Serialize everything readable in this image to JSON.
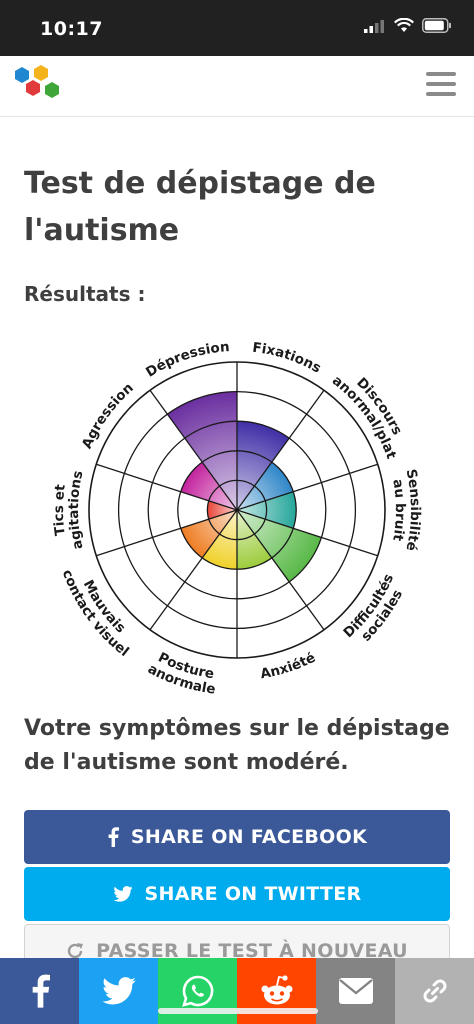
{
  "status_bar": {
    "time": "10:17"
  },
  "header": {
    "logo_icon": "hexagon-cluster-logo",
    "menu_icon": "hamburger-menu-icon"
  },
  "page": {
    "title": "Test de dépistage de l'autisme",
    "results_label": "Résultats :",
    "summary": "Votre symptômes sur le dépistage de l'autisme sont modéré."
  },
  "chart_data": {
    "type": "polar-area",
    "rings": 5,
    "max": 5,
    "grid": true,
    "categories": [
      {
        "label": [
          "Fixations"
        ],
        "value": 3,
        "color": "#3f2fa6"
      },
      {
        "label": [
          "Discours",
          "anormal/plat"
        ],
        "value": 2,
        "color": "#2e86c8"
      },
      {
        "label": [
          "Sensibilité",
          "au bruit"
        ],
        "value": 2,
        "color": "#25a69a"
      },
      {
        "label": [
          "Difficultés",
          "sociales"
        ],
        "value": 3,
        "color": "#58b947"
      },
      {
        "label": [
          "Anxiété"
        ],
        "value": 2,
        "color": "#9ccc3c"
      },
      {
        "label": [
          "Posture",
          "anormale"
        ],
        "value": 2,
        "color": "#f0d12a"
      },
      {
        "label": [
          "Mauvais",
          "contact visuel"
        ],
        "value": 2,
        "color": "#ee7d22"
      },
      {
        "label": [
          "Tics et",
          "agitations"
        ],
        "value": 1,
        "color": "#e8463a"
      },
      {
        "label": [
          "Agression"
        ],
        "value": 2,
        "color": "#c3239e"
      },
      {
        "label": [
          "Dépression"
        ],
        "value": 4,
        "color": "#6b2fa0"
      }
    ]
  },
  "buttons": {
    "facebook": "SHARE ON FACEBOOK",
    "twitter": "SHARE ON TWITTER",
    "retry": "PASSER LE TEST À NOUVEAU"
  },
  "share_bar": [
    {
      "name": "facebook",
      "icon": "facebook-icon",
      "color": "#3b5998"
    },
    {
      "name": "twitter",
      "icon": "twitter-icon",
      "color": "#1da1f2"
    },
    {
      "name": "whatsapp",
      "icon": "whatsapp-icon",
      "color": "#25d366"
    },
    {
      "name": "reddit",
      "icon": "reddit-icon",
      "color": "#ff4500"
    },
    {
      "name": "email",
      "icon": "email-icon",
      "color": "#848484"
    },
    {
      "name": "copy-link",
      "icon": "link-icon",
      "color": "#b2b2b2"
    }
  ]
}
